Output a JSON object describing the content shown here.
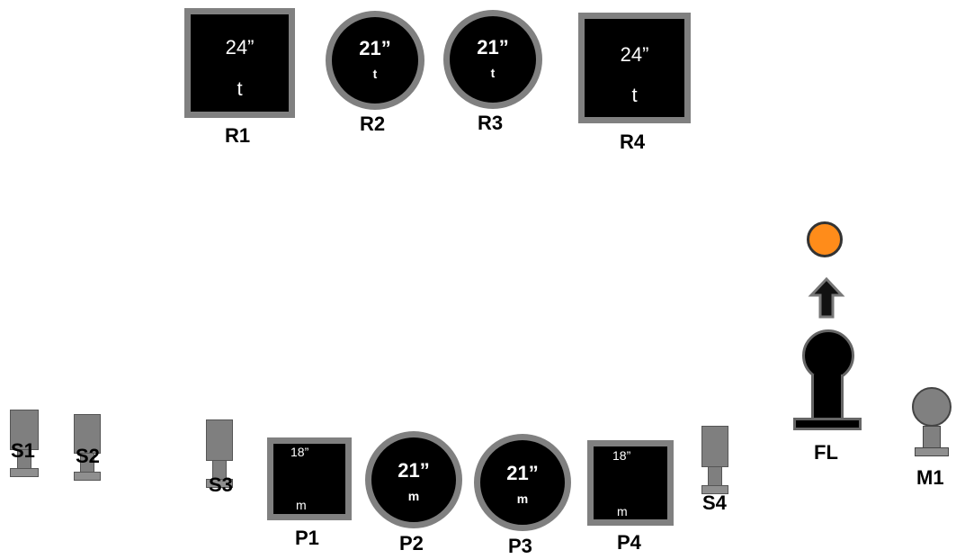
{
  "rear_row": [
    {
      "id": "R1",
      "shape": "square",
      "size": "24”",
      "type": "t"
    },
    {
      "id": "R2",
      "shape": "circle",
      "size": "21”",
      "type": "t"
    },
    {
      "id": "R3",
      "shape": "circle",
      "size": "21”",
      "type": "t"
    },
    {
      "id": "R4",
      "shape": "square",
      "size": "24”",
      "type": "t"
    }
  ],
  "front_row": [
    {
      "id": "P1",
      "shape": "square",
      "size": "18”",
      "type": "m"
    },
    {
      "id": "P2",
      "shape": "circle",
      "size": "21”",
      "type": "m"
    },
    {
      "id": "P3",
      "shape": "circle",
      "size": "21”",
      "type": "m"
    },
    {
      "id": "P4",
      "shape": "square",
      "size": "18”",
      "type": "m"
    }
  ],
  "stands": [
    {
      "id": "S1"
    },
    {
      "id": "S2"
    },
    {
      "id": "S3"
    },
    {
      "id": "S4"
    }
  ],
  "floor_lamp": {
    "id": "FL"
  },
  "mic": {
    "id": "M1"
  },
  "colors": {
    "speaker_fill": "#000000",
    "speaker_border": "#808080",
    "indicator": "#ff8c1a"
  }
}
